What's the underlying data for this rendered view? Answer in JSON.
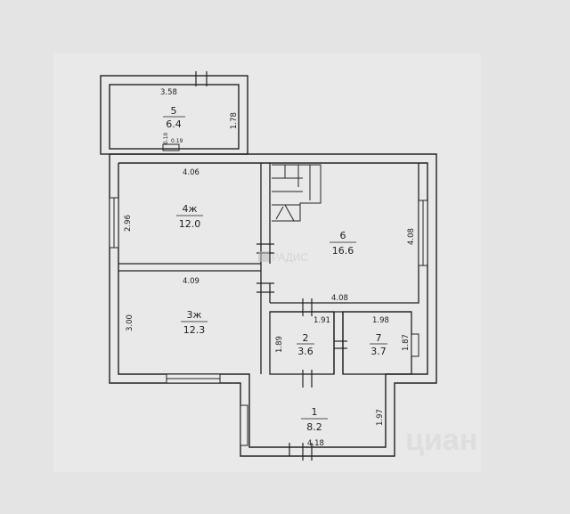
{
  "watermarks": {
    "radis": "РАДИС",
    "cian": "циан"
  },
  "rooms": {
    "r5": {
      "number": "5",
      "area": "6.4",
      "dim_top": "3.58",
      "dim_side": "1.78",
      "dim_small_a": "0.10",
      "dim_small_b": "0.19"
    },
    "r4": {
      "number": "4ж",
      "area": "12.0",
      "dim_top": "4.06",
      "dim_side": "2.96"
    },
    "r6": {
      "number": "6",
      "area": "16.6",
      "dim_side": "4.08",
      "dim_bottom": "4.08"
    },
    "r3": {
      "number": "3ж",
      "area": "12.3",
      "dim_top": "4.09",
      "dim_side": "3.00"
    },
    "r2": {
      "number": "2",
      "area": "3.6",
      "dim_top": "1.91",
      "dim_side": "1.89"
    },
    "r7": {
      "number": "7",
      "area": "3.7",
      "dim_top": "1.98",
      "dim_side": "1.87"
    },
    "r1": {
      "number": "1",
      "area": "8.2",
      "dim_side": "1.97",
      "dim_bottom": "4.18"
    }
  }
}
